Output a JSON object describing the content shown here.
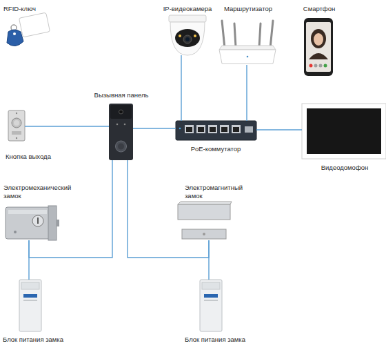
{
  "diagram": {
    "nodes": [
      {
        "text": [
          "RFID-ключ"
        ]
      },
      {
        "text": [
          "IP-видеокамера"
        ]
      },
      {
        "text": [
          "Маршрутизатор"
        ]
      },
      {
        "text": [
          "Смартфон"
        ]
      },
      {
        "text": [
          "Вызывная панель"
        ]
      },
      {
        "text": [
          "Кнопка выхода"
        ]
      },
      {
        "text": [
          "PoE-коммутатор"
        ]
      },
      {
        "text": [
          "Видеодомофон"
        ]
      },
      {
        "text": [
          "Электромеханический замок"
        ]
      },
      {
        "text": [
          "Электромагнитный замок"
        ]
      },
      {
        "text": [
          "Блок питания замка"
        ]
      },
      {
        "text": [
          "Блок питания замка"
        ]
      }
    ],
    "edges": [
      {
        "from": 1,
        "to": 6,
        "arrow": "none"
      },
      {
        "from": 2,
        "to": 6,
        "arrow": "none"
      },
      {
        "from": 5,
        "to": 4,
        "arrow": "none"
      },
      {
        "from": 4,
        "to": 6,
        "arrow": "none"
      },
      {
        "from": 6,
        "to": 7,
        "arrow": "none"
      },
      {
        "from": 4,
        "to": 8,
        "arrow": "none"
      },
      {
        "from": 4,
        "to": 9,
        "arrow": "none"
      },
      {
        "from": 8,
        "to": 10,
        "arrow": "none"
      },
      {
        "from": 9,
        "to": 11,
        "arrow": "none"
      }
    ]
  }
}
